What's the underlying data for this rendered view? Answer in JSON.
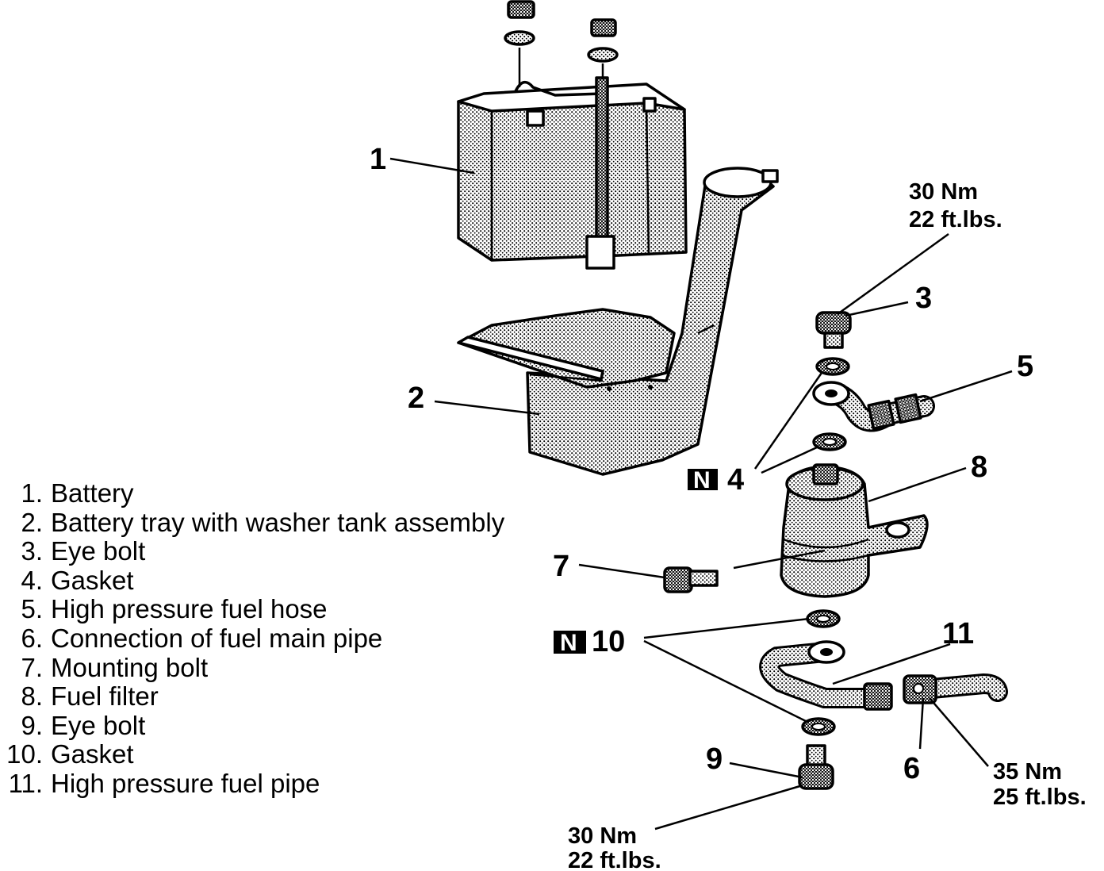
{
  "callouts": {
    "c1": "1",
    "c2": "2",
    "c3": "3",
    "c4": "4",
    "c5": "5",
    "c6": "6",
    "c7": "7",
    "c8": "8",
    "c9": "9",
    "c10": "10",
    "c11": "11"
  },
  "new_part_mark": "N",
  "torque_specs": {
    "eye_bolt_top": {
      "nm": "30 Nm",
      "ftlbs": "22 ft.lbs."
    },
    "fuel_pipe_connection": {
      "nm": "35 Nm",
      "ftlbs": "25 ft.lbs."
    },
    "eye_bolt_bottom": {
      "nm": "30 Nm",
      "ftlbs": "22 ft.lbs."
    }
  },
  "legend": [
    {
      "num": "1.",
      "label": "Battery"
    },
    {
      "num": "2.",
      "label": "Battery tray with washer tank assembly"
    },
    {
      "num": "3.",
      "label": "Eye bolt"
    },
    {
      "num": "4.",
      "label": "Gasket"
    },
    {
      "num": "5.",
      "label": "High pressure fuel hose"
    },
    {
      "num": "6.",
      "label": "Connection of fuel main pipe"
    },
    {
      "num": "7.",
      "label": "Mounting bolt"
    },
    {
      "num": "8.",
      "label": "Fuel filter"
    },
    {
      "num": "9.",
      "label": "Eye bolt"
    },
    {
      "num": "10.",
      "label": "Gasket"
    },
    {
      "num": "11.",
      "label": "High pressure fuel pipe"
    }
  ]
}
